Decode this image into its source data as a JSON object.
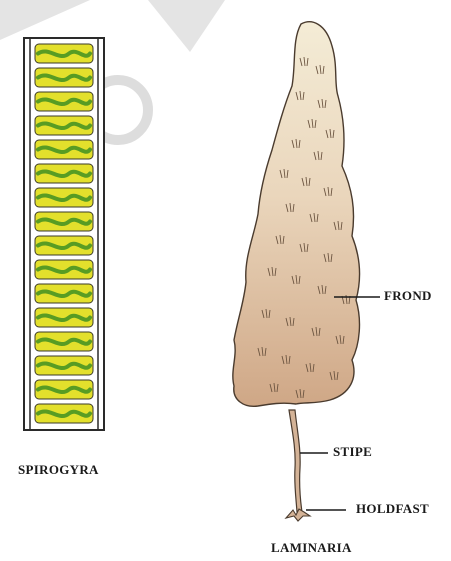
{
  "labels": {
    "spirogyra": "SPIROGYRA",
    "laminaria": "LAMINARIA",
    "frond": "FROND",
    "stipe": "STIPE",
    "holdfast": "HOLDFAST"
  },
  "colors": {
    "cell_fill": "#e3e02c",
    "chloroplast": "#3f8f22",
    "filament_wall": "#2a2a2a",
    "frond_light": "#f1e8cf",
    "frond_dark": "#d0a988",
    "outline": "#4a3b2e",
    "watermark": "#d9d9d9"
  },
  "spirogyra": {
    "cell_count": 16
  }
}
